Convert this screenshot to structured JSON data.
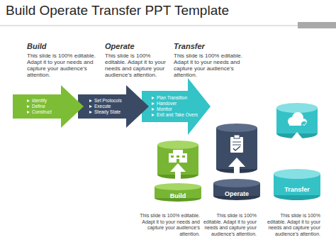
{
  "diagram": {
    "title": "Build Operate Transfer PPT Template",
    "nodes": [
      {
        "text": [
          "Identify",
          "Define",
          "Construct"
        ]
      },
      {
        "text": [
          "Set Protocols",
          "Execute",
          "Steady State"
        ]
      },
      {
        "text": [
          "Plan Transition",
          "Handover",
          "Monitor",
          "Exit and Take Overs"
        ]
      },
      {
        "text": [
          "Build"
        ]
      },
      {
        "text": [
          "Operate"
        ]
      },
      {
        "text": [
          "Transfer"
        ]
      }
    ],
    "labels": [
      "Build",
      "This slide is 100% editable. Adapt it to your needs and capture your audience's attention.",
      "Operate",
      "This slide is 100% editable. Adapt it to your needs and capture your audience's attention.",
      "Transfer",
      "This slide is 100% editable. Adapt it to your needs and capture your audience's attention.",
      "This slide is 100% editable. Adapt it to your needs and capture your audience's attention.",
      "This slide is 100% editable. Adapt it to your needs and capture your audience's attention.",
      "This slide is 100% editable. Adapt it to your needs and capture your audience's attention."
    ]
  }
}
